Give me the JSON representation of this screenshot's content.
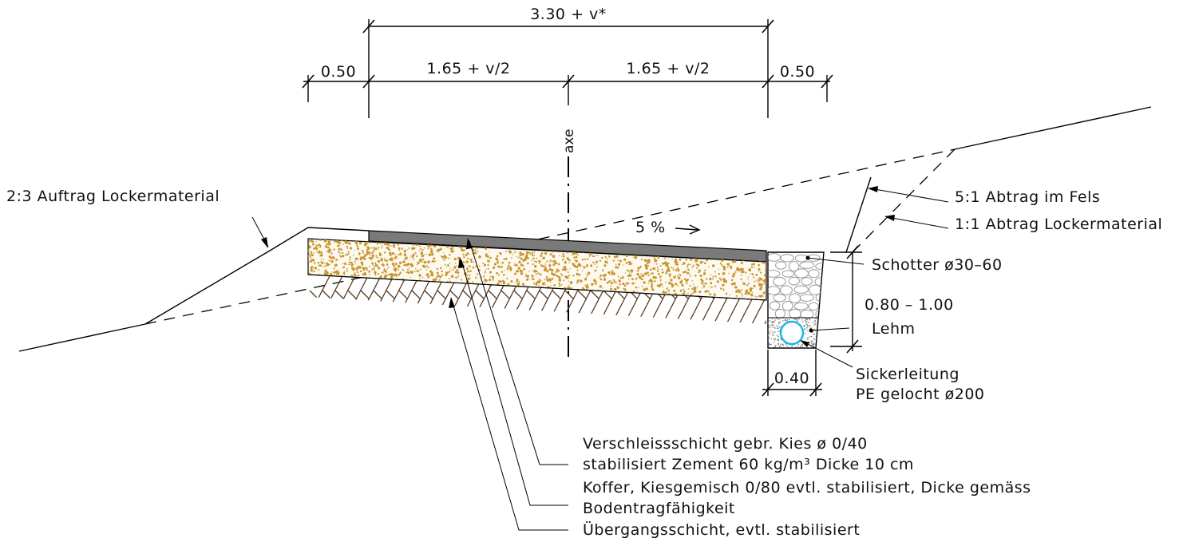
{
  "dimensions": {
    "total": "3.30 + v*",
    "half_left": "1.65 + v/2",
    "half_right": "1.65 + v/2",
    "shoulder_left": "0.50",
    "shoulder_right": "0.50",
    "depth": "0.80 – 1.00",
    "trench_width": "0.40"
  },
  "labels": {
    "axis": "axe",
    "slope_fill": "2:3 Auftrag Lockermaterial",
    "cross_fall": "5 %",
    "rock_cut": "5:1 Abtrag im Fels",
    "loose_cut": "1:1 Abtrag Lockermaterial",
    "gravel": "Schotter ø30–60",
    "clay": "Lehm",
    "drain_line1": "Sickerleitung",
    "drain_line2": "PE gelocht ø200"
  },
  "legend": {
    "line1": "Verschleissschicht gebr. Kies ø 0/40",
    "line2": "stabilisiert Zement 60 kg/m³ Dicke 10 cm",
    "line3": "Koffer, Kiesgemisch 0/80 evtl. stabilisiert, Dicke gemäss",
    "line4": "Bodentragfähigkeit",
    "line5": "Übergangsschicht, evtl. stabilisiert"
  },
  "colors": {
    "surface_layer": "#7a7a7a",
    "base_layer": "#fdf9ef",
    "base_speckle": "#c8962e",
    "subgrade_hatch": "#5a3c22",
    "pipe": "#1ab8e8",
    "gravel_stroke": "#9a9a9a"
  }
}
